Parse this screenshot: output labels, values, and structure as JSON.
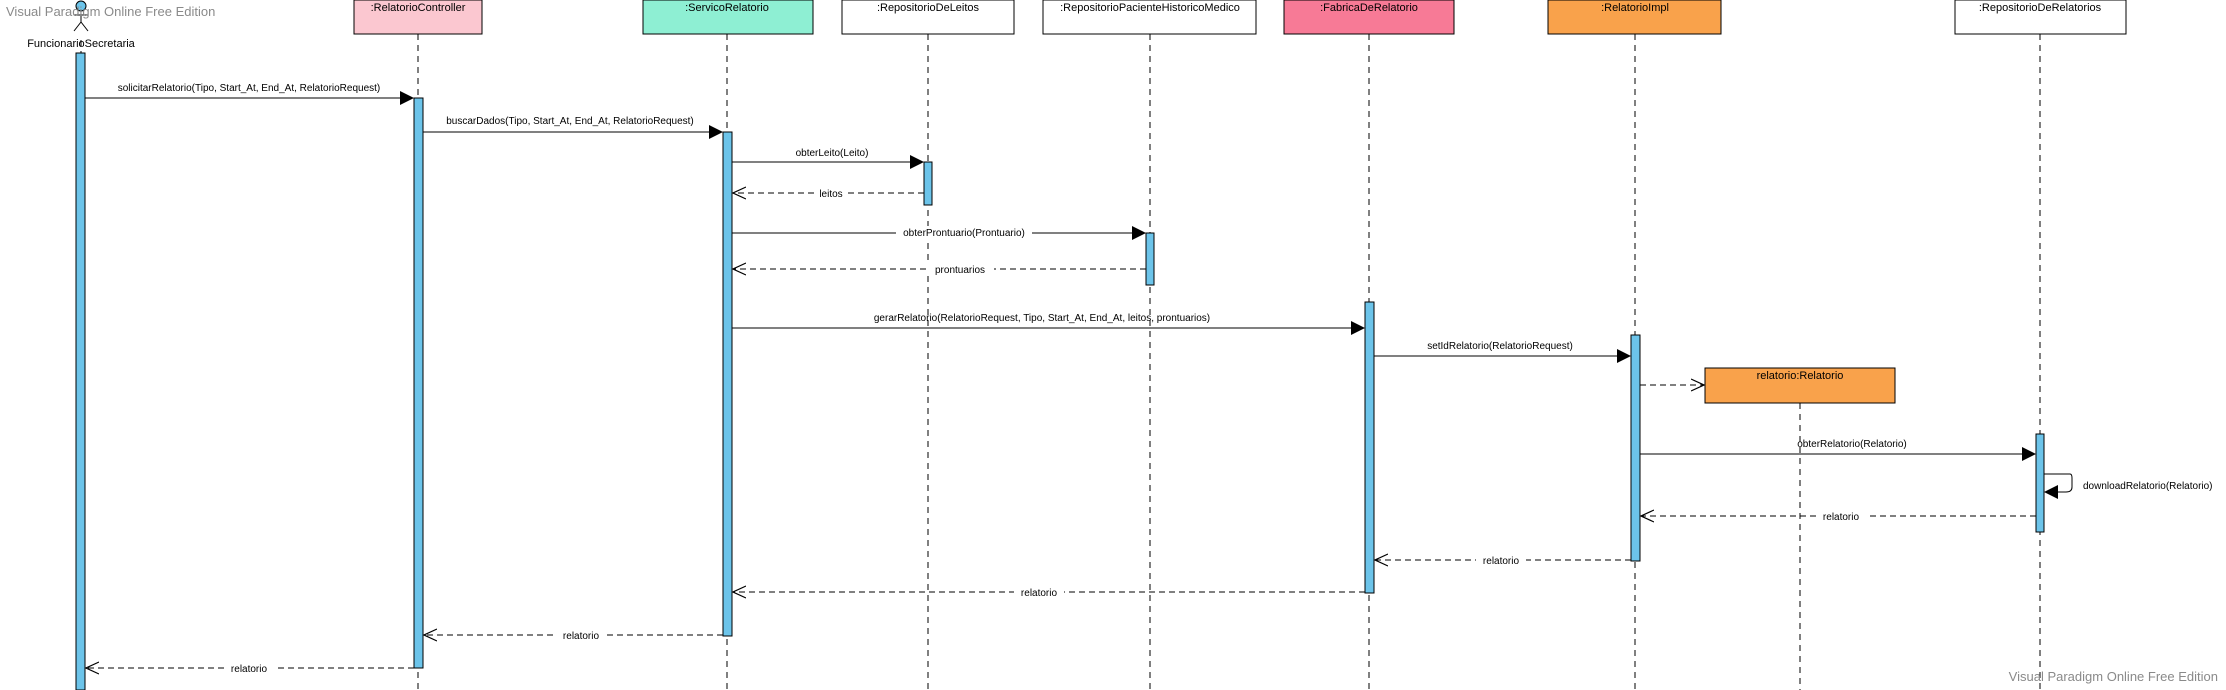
{
  "watermark": {
    "top": "Visual Paradigm Online Free Edition",
    "bottom": "Visual Paradigm Online Free Edition"
  },
  "colors": {
    "activation": "#6cc4ea",
    "controller": "#fbc7d0",
    "service": "#8eefd3",
    "factory": "#f77a96",
    "impl": "#f9a24b",
    "entity": "#f9a24b",
    "plain": "#ffffff",
    "line": "#000000"
  },
  "actor": {
    "label": "FuncionarioSecretaria"
  },
  "participants": [
    {
      "id": "controller",
      "label": ":RelatorioController",
      "color": "controller"
    },
    {
      "id": "service",
      "label": ":ServicoRelatorio",
      "color": "service"
    },
    {
      "id": "leitos",
      "label": ":RepositorioDeLeitos",
      "color": "plain"
    },
    {
      "id": "pacientes",
      "label": ":RepositorioPacienteHistoricoMedico",
      "color": "plain"
    },
    {
      "id": "fabrica",
      "label": ":FabricaDeRelatorio",
      "color": "factory"
    },
    {
      "id": "impl",
      "label": ":RelatorioImpl",
      "color": "impl"
    },
    {
      "id": "repoRel",
      "label": ":RepositorioDeRelatorios",
      "color": "plain"
    }
  ],
  "created_object": {
    "label": "relatorio:Relatorio",
    "color": "entity"
  },
  "messages": [
    {
      "from": "actor",
      "to": "controller",
      "kind": "sync",
      "label": "solicitarRelatorio(Tipo, Start_At, End_At, RelatorioRequest)"
    },
    {
      "from": "controller",
      "to": "service",
      "kind": "sync",
      "label": "buscarDados(Tipo, Start_At, End_At, RelatorioRequest)"
    },
    {
      "from": "service",
      "to": "leitos",
      "kind": "sync",
      "label": "obterLeito(Leito)"
    },
    {
      "from": "leitos",
      "to": "service",
      "kind": "return",
      "label": "leitos"
    },
    {
      "from": "service",
      "to": "pacientes",
      "kind": "sync",
      "label": "obterProntuario(Prontuario)"
    },
    {
      "from": "pacientes",
      "to": "service",
      "kind": "return",
      "label": "prontuarios"
    },
    {
      "from": "service",
      "to": "fabrica",
      "kind": "sync",
      "label": "gerarRelatorio(RelatorioRequest, Tipo, Start_At, End_At, leitos, prontuarios)"
    },
    {
      "from": "fabrica",
      "to": "impl",
      "kind": "sync",
      "label": "setIdRelatorio(RelatorioRequest)"
    },
    {
      "from": "impl",
      "to": "created",
      "kind": "create",
      "label": ""
    },
    {
      "from": "impl",
      "to": "repoRel",
      "kind": "sync",
      "label": "obterRelatorio(Relatorio)"
    },
    {
      "from": "repoRel",
      "to": "repoRel",
      "kind": "self",
      "label": "downloadRelatorio(Relatorio)"
    },
    {
      "from": "repoRel",
      "to": "impl",
      "kind": "return",
      "label": "relatorio"
    },
    {
      "from": "impl",
      "to": "fabrica",
      "kind": "return",
      "label": "relatorio"
    },
    {
      "from": "fabrica",
      "to": "service",
      "kind": "return",
      "label": "relatorio"
    },
    {
      "from": "service",
      "to": "controller",
      "kind": "return",
      "label": "relatorio"
    },
    {
      "from": "controller",
      "to": "actor",
      "kind": "return",
      "label": "relatorio"
    }
  ]
}
